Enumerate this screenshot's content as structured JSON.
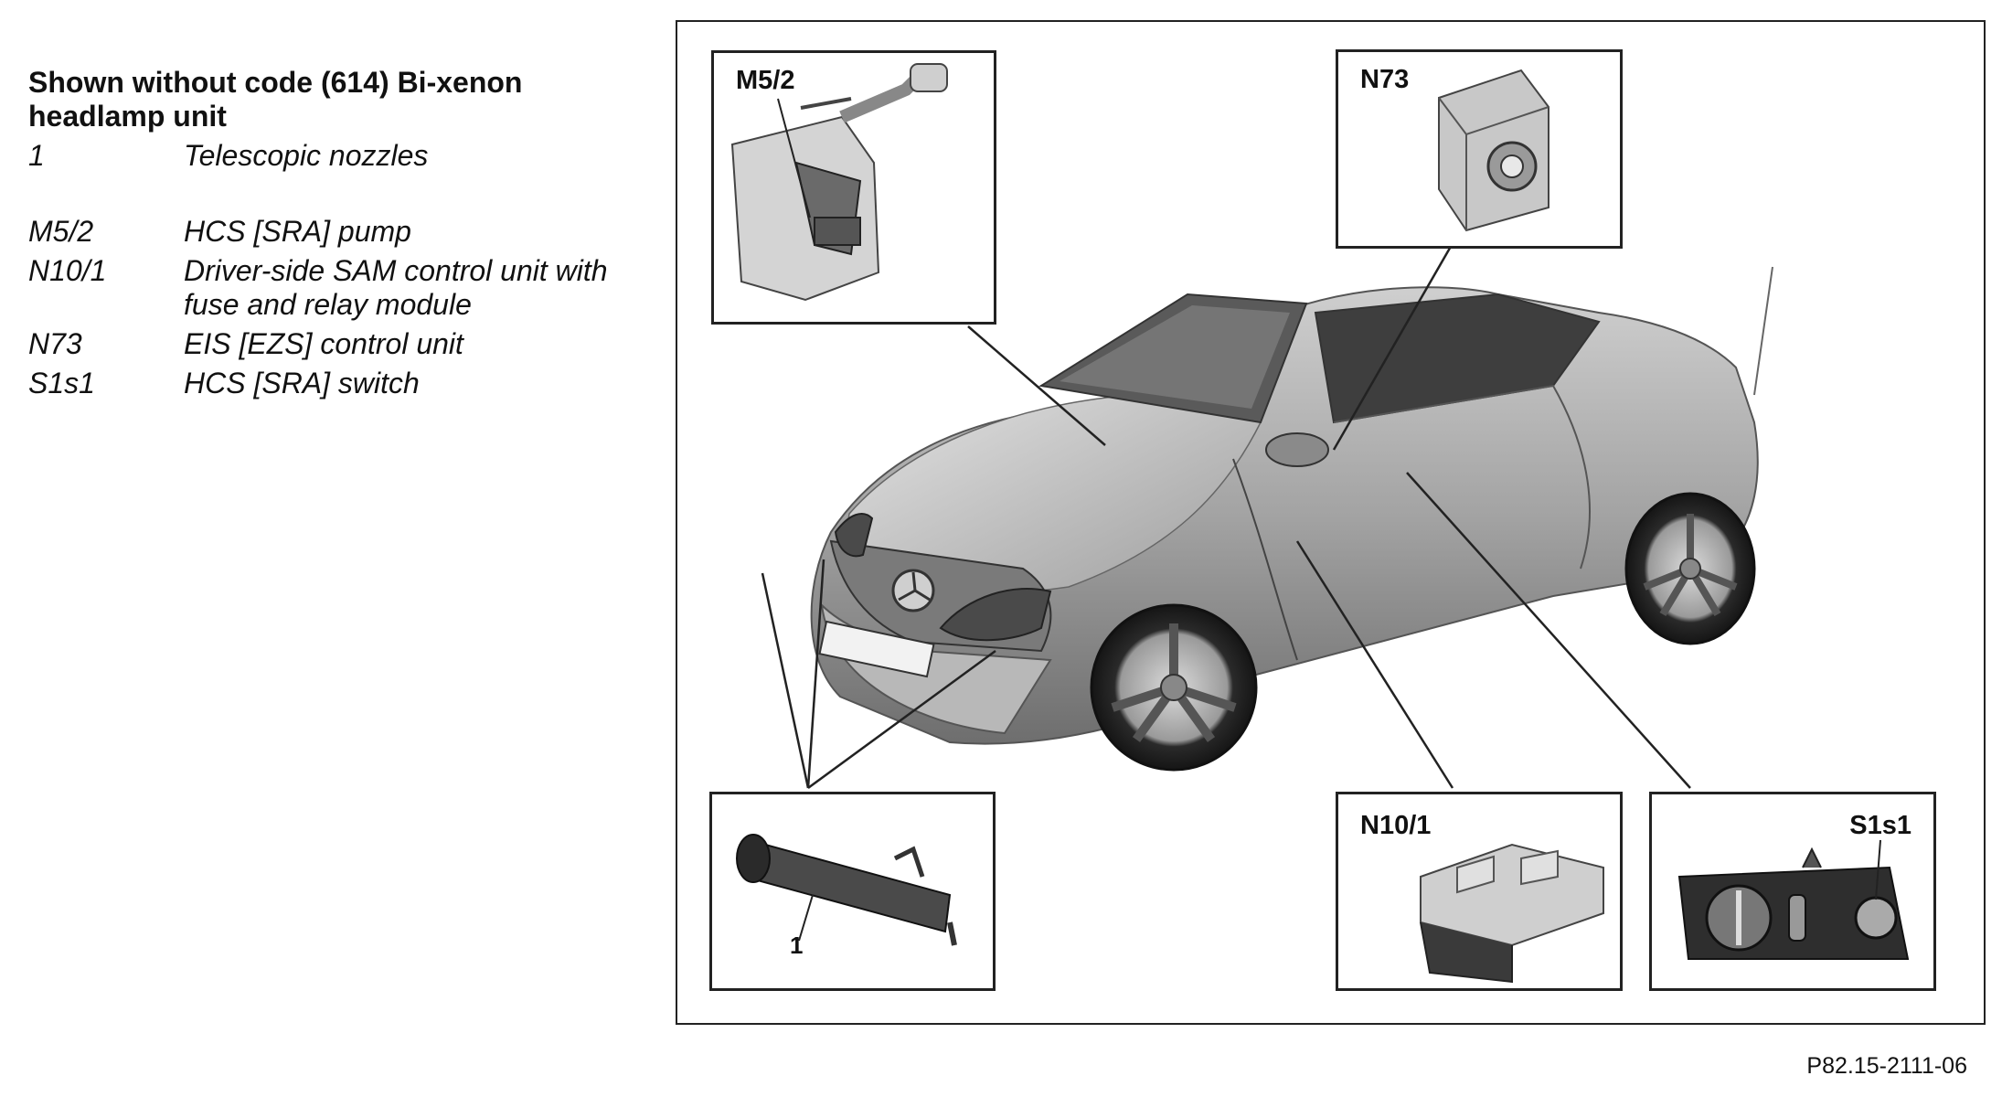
{
  "legend": {
    "title": "Shown without code (614) Bi-xenon headlamp unit",
    "items": [
      {
        "code": "1",
        "desc": "Telescopic nozzles"
      },
      {
        "code": "M5/2",
        "desc": "HCS [SRA] pump"
      },
      {
        "code": "N10/1",
        "desc": "Driver-side SAM control unit with fuse and relay module"
      },
      {
        "code": "N73",
        "desc": "EIS [EZS] control unit"
      },
      {
        "code": "S1s1",
        "desc": "HCS [SRA] switch"
      }
    ]
  },
  "callouts": {
    "m5_2": "M5/2",
    "n73": "N73",
    "nozzle": "1",
    "n10_1": "N10/1",
    "s1s1": "S1s1"
  },
  "figure_id": "P82.15-2111-06",
  "colors": {
    "line": "#222222",
    "car_body": "#9a9a9a",
    "car_dark": "#4a4a4a",
    "part_grey": "#b5b5b5"
  }
}
